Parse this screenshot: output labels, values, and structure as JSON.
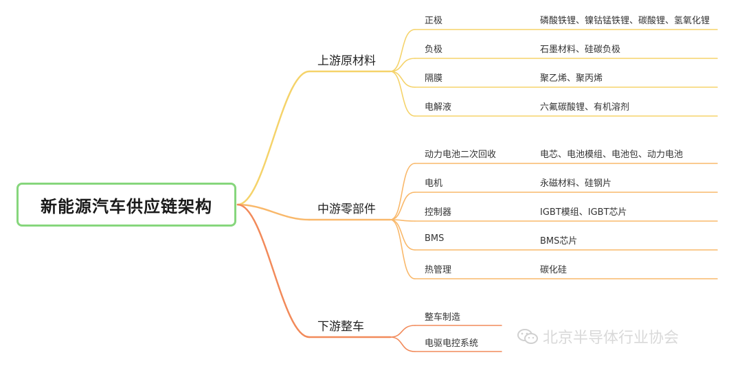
{
  "root": {
    "label": "新能源汽车供应链架构"
  },
  "branches": [
    {
      "label": "上游原材料",
      "color": "#f5d36a",
      "items": [
        {
          "label": "正极",
          "detail": "磷酸铁锂、镍钴锰铁锂、碳酸锂、氢氧化锂"
        },
        {
          "label": "负极",
          "detail": "石墨材料、硅碳负极"
        },
        {
          "label": "隔膜",
          "detail": "聚乙烯、聚丙烯"
        },
        {
          "label": "电解液",
          "detail": "六氟碳酸锂、有机溶剂"
        }
      ]
    },
    {
      "label": "中游零部件",
      "color": "#f9b86a",
      "items": [
        {
          "label": "动力电池二次回收",
          "detail": "电芯、电池模组、电池包、动力电池"
        },
        {
          "label": "电机",
          "detail": "永磁材料、硅钢片"
        },
        {
          "label": "控制器",
          "detail": "IGBT模组、IGBT芯片"
        },
        {
          "label": "BMS",
          "detail": "BMS芯片"
        },
        {
          "label": "热管理",
          "detail": "碳化硅"
        }
      ]
    },
    {
      "label": "下游整车",
      "color": "#f28a5a",
      "items": [
        {
          "label": "整车制造",
          "detail": ""
        },
        {
          "label": "电驱电控系统",
          "detail": ""
        }
      ]
    }
  ],
  "watermark": {
    "text": "北京半导体行业协会",
    "icon": "wechat-icon"
  }
}
